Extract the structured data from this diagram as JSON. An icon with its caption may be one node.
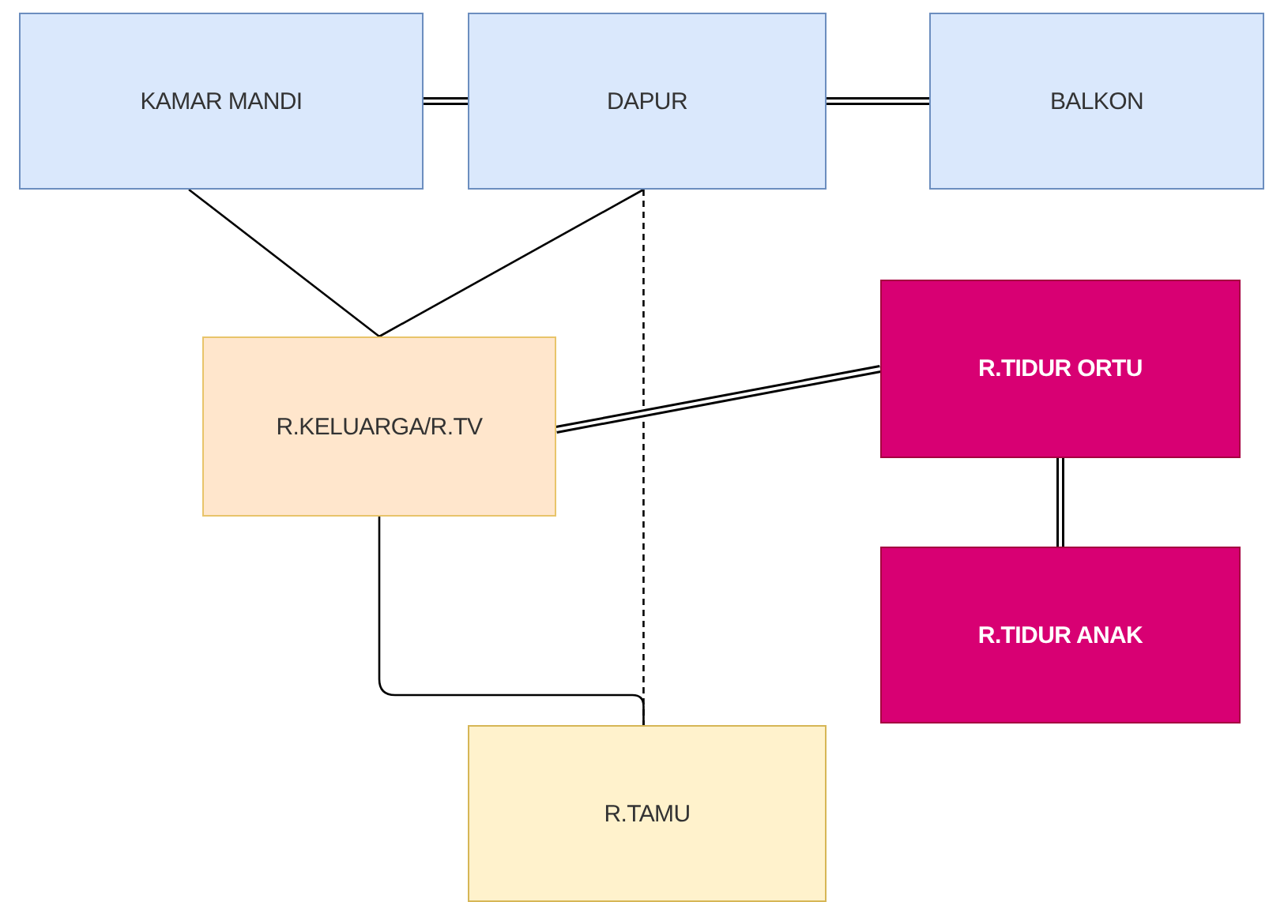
{
  "diagram": {
    "nodes": [
      {
        "text": [
          "KAMAR MANDI"
        ]
      },
      {
        "text": [
          "DAPUR"
        ]
      },
      {
        "text": [
          "BALKON"
        ]
      },
      {
        "text": [
          "R.KELUARGA/R.TV"
        ]
      },
      {
        "text": [
          "R.TIDUR ORTU"
        ]
      },
      {
        "text": [
          "R.TIDUR ANAK"
        ]
      },
      {
        "text": [
          "R.TAMU"
        ]
      }
    ],
    "edges": [
      {
        "from": 0,
        "to": 1,
        "arrow": "none",
        "style": "thick"
      },
      {
        "from": 1,
        "to": 2,
        "arrow": "none",
        "style": "thick"
      },
      {
        "from": 0,
        "to": 3,
        "arrow": "none"
      },
      {
        "from": 1,
        "to": 3,
        "arrow": "none"
      },
      {
        "from": 1,
        "to": 6,
        "arrow": "none",
        "style": "dashed"
      },
      {
        "from": 3,
        "to": 4,
        "arrow": "none",
        "style": "thick"
      },
      {
        "from": 4,
        "to": 5,
        "arrow": "none",
        "style": "thick"
      },
      {
        "from": 3,
        "to": 6,
        "arrow": "none"
      }
    ]
  }
}
